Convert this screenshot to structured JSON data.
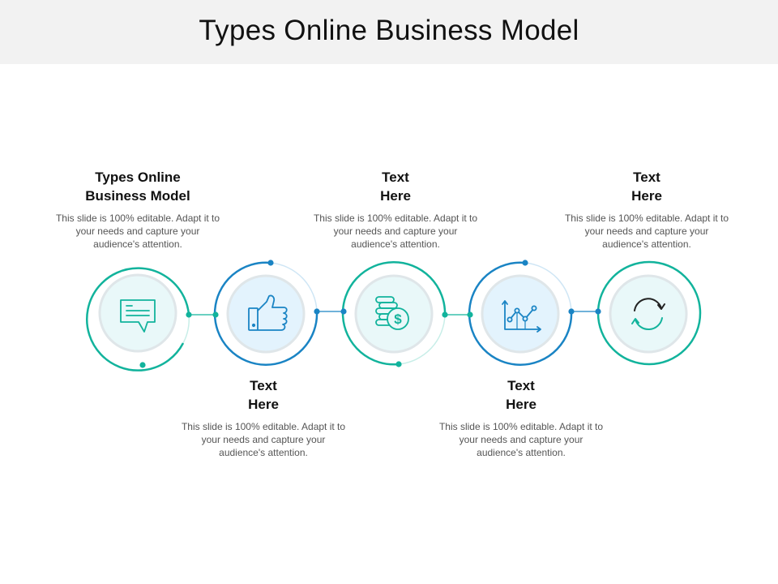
{
  "page": {
    "title": "Types Online Business Model"
  },
  "colors": {
    "teal": "#12b39c",
    "blue": "#1a84c4",
    "inner_fill": "#e9f8f9",
    "inner_fill_blue": "#e3f3fd",
    "inner_ring": "#dfe6e9"
  },
  "steps": [
    {
      "heading": "Types Online\nBusiness Model",
      "body": "This slide is 100% editable. Adapt it to your needs and capture your audience's attention.",
      "icon": "chat-icon",
      "accent": "teal"
    },
    {
      "heading": "Text\nHere",
      "body": "This slide is 100% editable. Adapt it to your needs and capture your audience's attention.",
      "icon": "thumbs-up-icon",
      "accent": "blue"
    },
    {
      "heading": "Text\nHere",
      "body": "This slide is 100% editable. Adapt it to your needs and capture your audience's attention.",
      "icon": "coins-dollar-icon",
      "accent": "teal"
    },
    {
      "heading": "Text\nHere",
      "body": "This slide is 100% editable. Adapt it to your needs and capture your audience's attention.",
      "icon": "line-chart-icon",
      "accent": "blue"
    },
    {
      "heading": "Text\nHere",
      "body": "This slide is 100% editable. Adapt it to your needs and capture your audience's attention.",
      "icon": "refresh-cycle-icon",
      "accent": "teal"
    }
  ]
}
